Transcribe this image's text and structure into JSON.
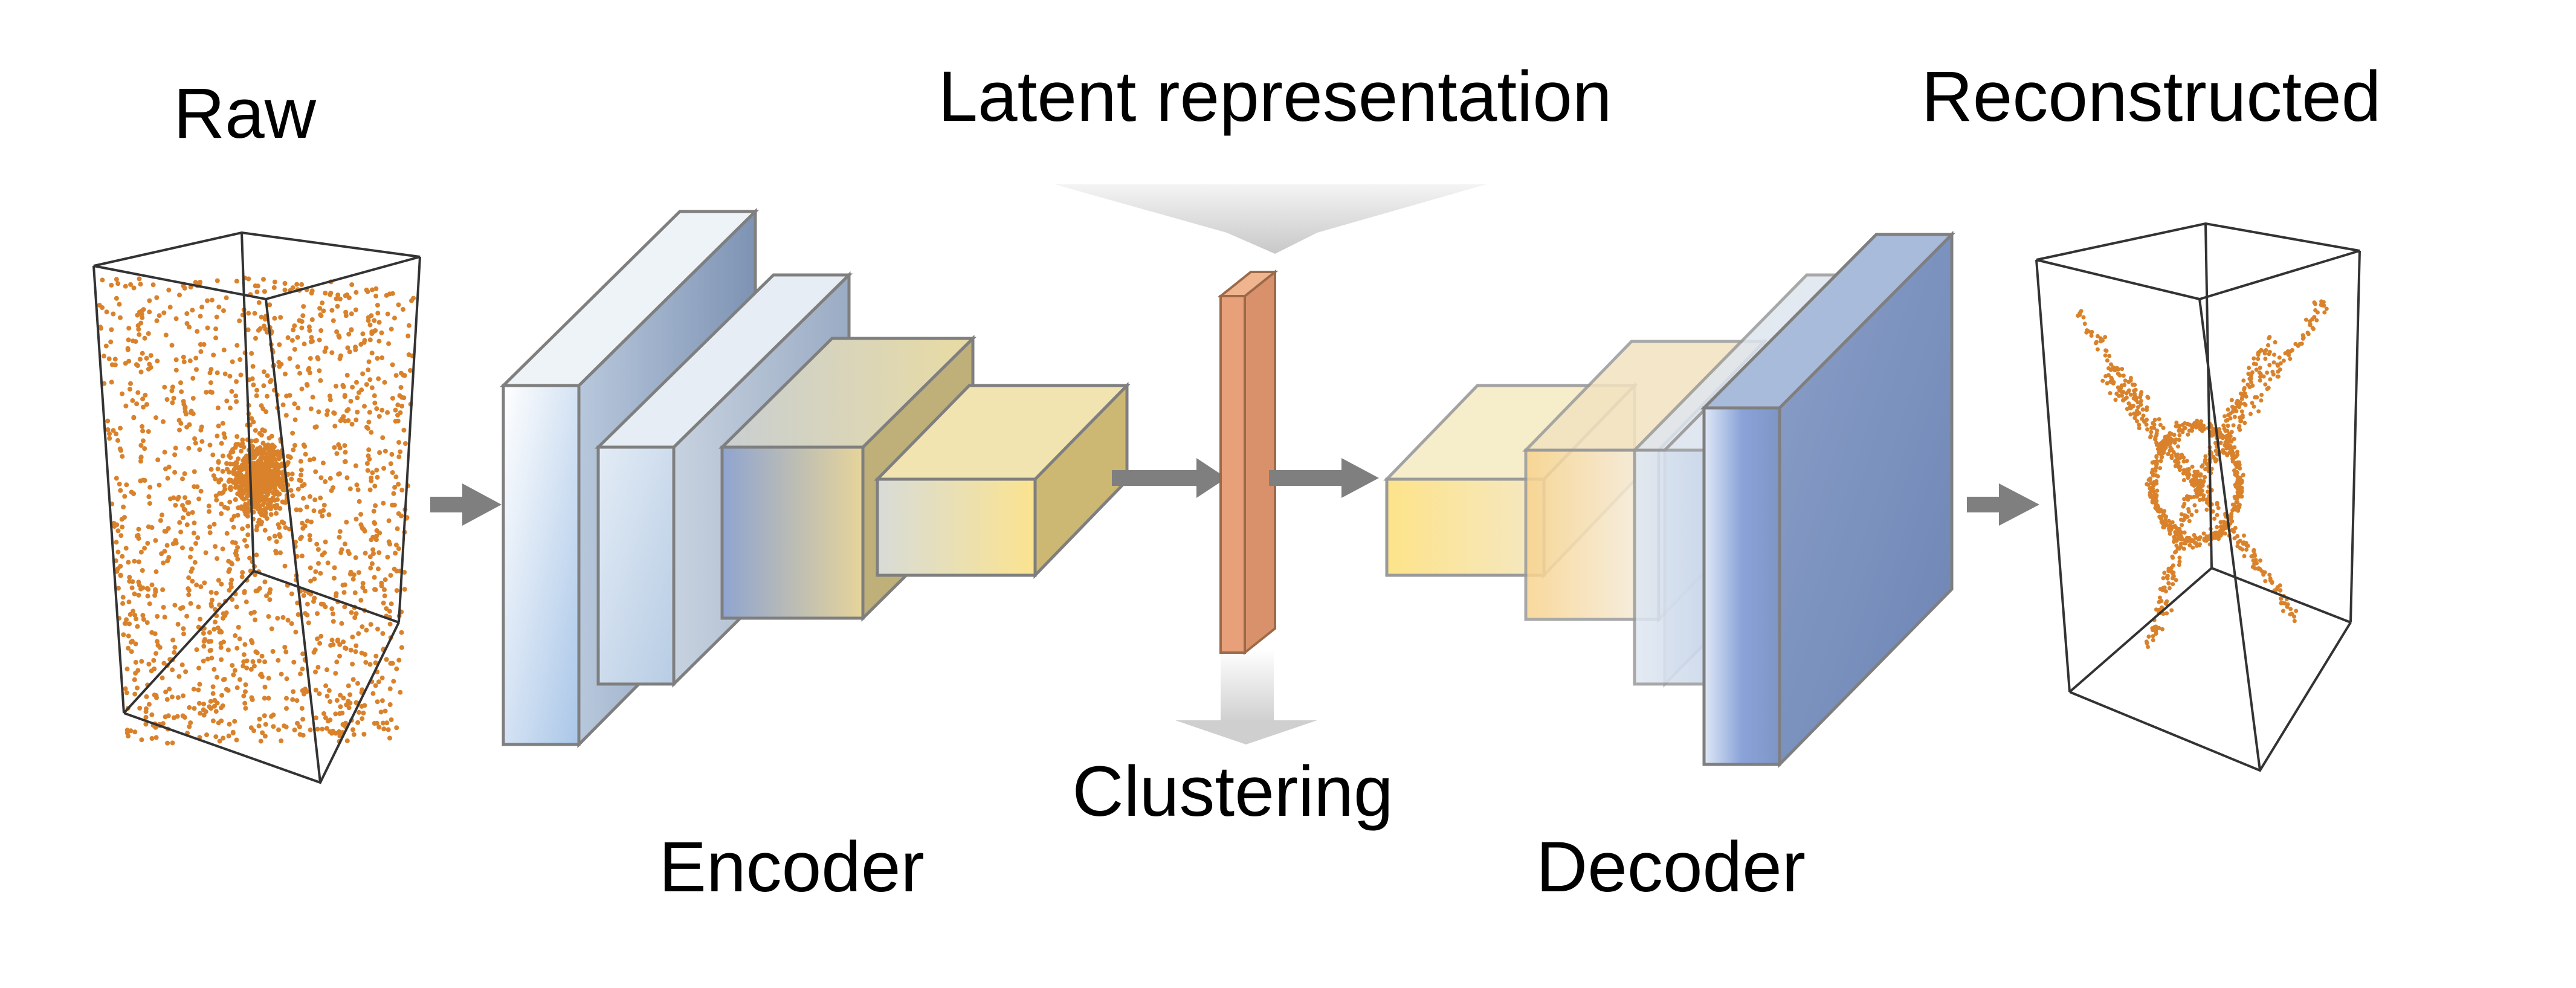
{
  "labels": {
    "raw": "Raw",
    "latent": "Latent representation",
    "reconstructed": "Reconstructed",
    "encoder": "Encoder",
    "clustering": "Clustering",
    "decoder": "Decoder"
  },
  "colors": {
    "point_cloud": "#d9822b",
    "latent_block": "#e8a07a",
    "arrow": "#7f7f7f",
    "block_edge": "#7f7f7f",
    "box_edge": "#333333",
    "encoder_gradient": [
      "#ffffff",
      "#b9d0e8",
      "#9fb3d6",
      "#f7dc86"
    ],
    "decoder_gradient": [
      "#fbe089",
      "#f9d8a0",
      "#d8e2f0",
      "#7e95c6"
    ]
  }
}
